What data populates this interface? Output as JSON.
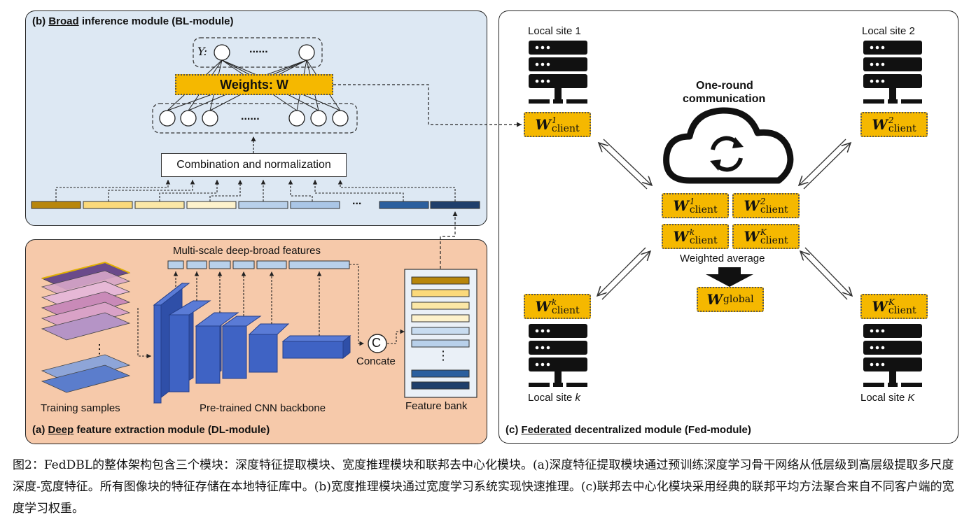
{
  "panels": {
    "b": {
      "prefix": "(b) ",
      "underlined": "Broad",
      "rest": " inference module (BL-module)"
    },
    "a": {
      "prefix": "(a) ",
      "underlined": "Deep",
      "rest": " feature extraction module (DL-module)"
    },
    "c": {
      "prefix": "(c) ",
      "underlined": "Federated",
      "rest": " decentralized module (Fed-module)"
    }
  },
  "bl": {
    "y_label": "Y:",
    "dots_top": "......",
    "weights_label": "Weights: W",
    "dots_mid": "......",
    "combination_label": "Combination and normalization",
    "dots_bar": "..."
  },
  "dl": {
    "multiscale_label": "Multi-scale deep-broad features",
    "training_label": "Training samples",
    "cnn_label": "Pre-trained CNN backbone",
    "concat_symbol": "C",
    "concat_label": "Concate",
    "feature_bank_label": "Feature bank",
    "vdots": "⋮"
  },
  "fed": {
    "site1": "Local site 1",
    "site2": "Local site 2",
    "sitek_prefix": "Local site ",
    "sitek_var": "k",
    "siteK_prefix": "Local site ",
    "siteK_var": "K",
    "comm_line1": "One-round",
    "comm_line2": "communication",
    "weighted_average": "Weighted average",
    "w_letter": "W",
    "sub_client": "client",
    "sub_global": "global",
    "sup_1": "1",
    "sup_2": "2",
    "sup_k": "k",
    "sup_K": "K"
  },
  "caption": "图2：FedDBL的整体架构包含三个模块：深度特征提取模块、宽度推理模块和联邦去中心化模块。(a)深度特征提取模块通过预训练深度学习骨干网络从低层级到高层级提取多尺度深度-宽度特征。所有图像块的特征存储在本地特征库中。(b)宽度推理模块通过宽度学习系统实现快速推理。(c)联邦去中心化模块采用经典的联邦平均方法聚合来自不同客户端的宽度学习权重。",
  "colors": {
    "panel_b_bg": "#dde8f3",
    "panel_a_bg": "#f6c9aa",
    "weight_yellow": "#f5b800",
    "cnn_blue": "#3f63c4",
    "feature_dark_gold": "#b8860b",
    "feature_light_yellow": "#fbe7a6",
    "feature_light_blue": "#b8d0ea",
    "feature_dark_blue": "#2b5f9e",
    "feature_navy": "#1f3f6b"
  }
}
